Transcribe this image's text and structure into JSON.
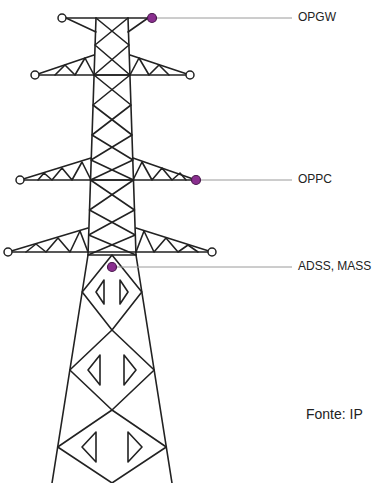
{
  "diagram": {
    "labels": [
      "OPGW",
      "OPPC",
      "ADSS, MASS",
      "Fonte: IP"
    ]
  }
}
